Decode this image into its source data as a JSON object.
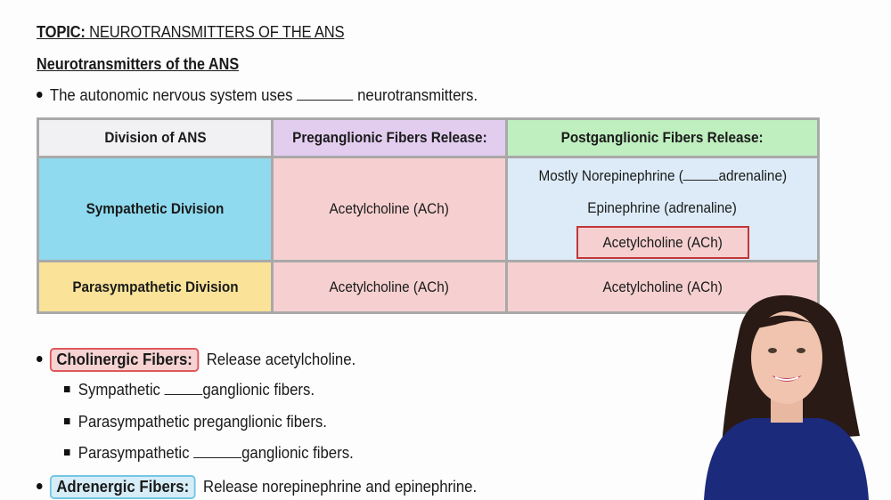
{
  "topic": {
    "label": "TOPIC:",
    "title": "NEUROTRANSMITTERS OF THE ANS"
  },
  "section_title": "Neurotransmitters of the ANS",
  "intro": {
    "before": "The autonomic nervous system uses",
    "after": "neurotransmitters."
  },
  "table": {
    "headers": [
      "Division of ANS",
      "Preganglionic Fibers Release:",
      "Postganglionic Fibers Release:"
    ],
    "rows": [
      {
        "division": "Sympathetic Division",
        "pre": "Acetylcholine (ACh)",
        "post": {
          "line1_before": "Mostly Norepinephrine (",
          "line1_after": "adrenaline)",
          "line2": "Epinephrine (adrenaline)",
          "line3_boxed": "Acetylcholine (ACh)"
        }
      },
      {
        "division": "Parasympathetic Division",
        "pre": "Acetylcholine (ACh)",
        "post": "Acetylcholine (ACh)"
      }
    ]
  },
  "bullets": {
    "cholinergic": {
      "tag": "Cholinergic Fibers:",
      "text": "Release acetylcholine.",
      "sub": [
        {
          "before": "Sympathetic",
          "after": "ganglionic fibers."
        },
        {
          "text": "Parasympathetic preganglionic fibers."
        },
        {
          "before": "Parasympathetic",
          "after": "ganglionic fibers."
        }
      ]
    },
    "adrenergic": {
      "tag": "Adrenergic Fibers:",
      "text": "Release norepinephrine and epinephrine."
    }
  },
  "colors": {
    "table_border": "#a9a9a9",
    "sympathetic": "#8fdaef",
    "parasympathetic": "#fae398",
    "pre_header": "#e2cdef",
    "post_header": "#bfeebf",
    "ach_cell": "#f6d0d0",
    "highlight_box": "#c0373a",
    "presenter_shirt": "#1b2a7a"
  }
}
